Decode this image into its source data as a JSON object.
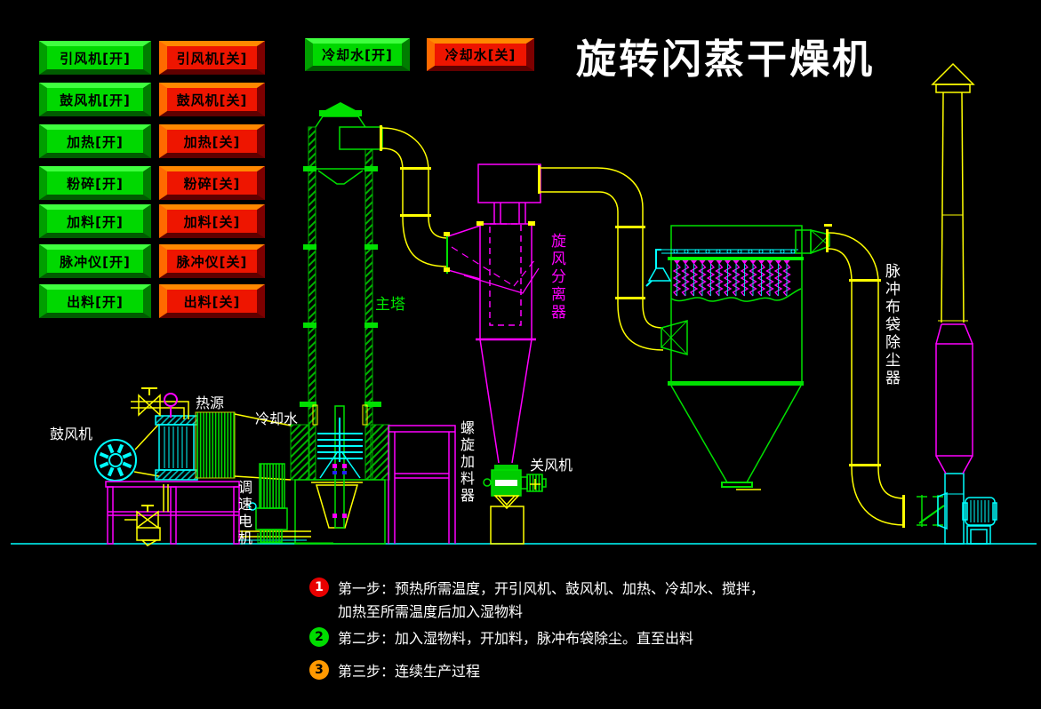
{
  "title": "旋转闪蒸干燥机",
  "colors": {
    "button_on_green": "#00d800",
    "button_off_red": "#ee1500",
    "pipe_yellow": "#ffff00",
    "equipment_green": "#00e000",
    "cyclone_magenta": "#ff00ff",
    "fan_cyan": "#00ffff",
    "step1_badge": "#e80000",
    "step2_badge": "#00dd00",
    "step3_badge": "#ff9900"
  },
  "control_buttons": {
    "pairs": [
      {
        "on": "引风机[开]",
        "off": "引风机[关]"
      },
      {
        "on": "鼓风机[开]",
        "off": "鼓风机[关]"
      },
      {
        "on": "加热[开]",
        "off": "加热[关]"
      },
      {
        "on": "粉碎[开]",
        "off": "粉碎[关]"
      },
      {
        "on": "加料[开]",
        "off": "加料[关]"
      },
      {
        "on": "脉冲仪[开]",
        "off": "脉冲仪[关]"
      },
      {
        "on": "出料[开]",
        "off": "出料[关]"
      }
    ],
    "cooling": {
      "on": "冷却水[开]",
      "off": "冷却水[关]"
    }
  },
  "diagram_labels": {
    "main_tower": "主塔",
    "cyclone_separator": "旋风分离器",
    "rotary_airlock": "关风机",
    "pulse_bag_dust_collector": "脉冲布袋除尘器",
    "blower": "鼓风机",
    "heat_source": "热源",
    "cooling_water": "冷却水",
    "speed_motor": "调速电机",
    "screw_feeder": "螺旋加料器"
  },
  "steps": [
    {
      "num": "1",
      "line1": "第一步：预热所需温度，开引风机、鼓风机、加热、冷却水、搅拌，",
      "line2": "加热至所需温度后加入湿物料"
    },
    {
      "num": "2",
      "line1": "第二步：加入湿物料，开加料，脉冲布袋除尘。直至出料",
      "line2": ""
    },
    {
      "num": "3",
      "line1": "第三步：连续生产过程",
      "line2": ""
    }
  ]
}
